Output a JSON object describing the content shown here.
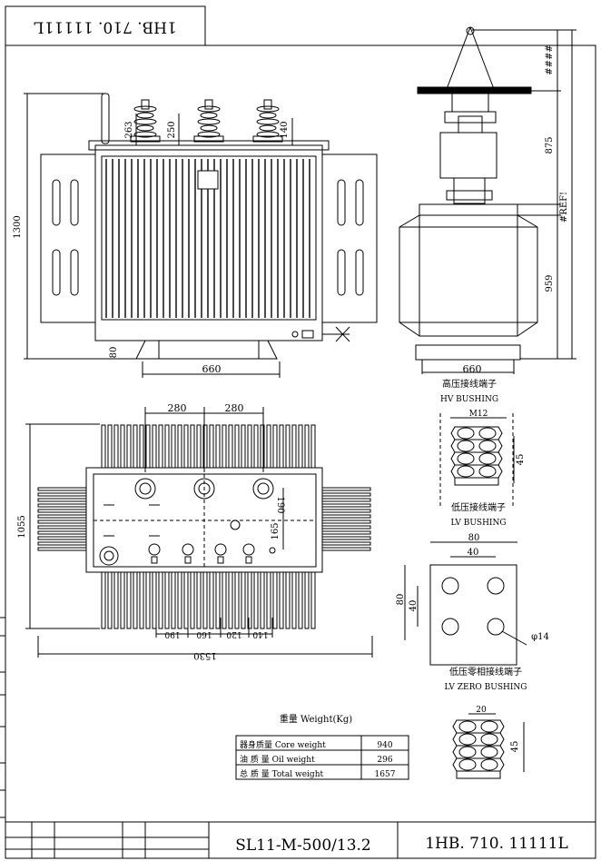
{
  "drawing": {
    "top_stamp": "1HB. 710. 11111L",
    "model": "SL11-M-500/13.2",
    "number": "1HB. 710. 11111L"
  },
  "front_view": {
    "height": "1300",
    "top_a": "263",
    "top_b": "250",
    "top_c": "140",
    "base_h": "80",
    "base_w": "660"
  },
  "side_view": {
    "dim_top": "####",
    "dim_mid": "875",
    "dim_ref": "#REF!",
    "dim_low": "959",
    "base_w": "660"
  },
  "top_view": {
    "pitch_1": "280",
    "pitch_2": "280",
    "depth": "1055",
    "length": "1530",
    "lv_1": "190",
    "lv_2": "160",
    "lv_3": "120",
    "lv_4": "140",
    "y_1": "190",
    "y_2": "165"
  },
  "hv_bushing": {
    "title_cn": "高压接线端子",
    "title_en": "HV BUSHING",
    "thread": "M12",
    "height": "45"
  },
  "lv_bushing": {
    "title_cn": "低压接线端子",
    "title_en": "LV BUSHING",
    "outer_w": "80",
    "inner_w": "40",
    "outer_h": "80",
    "inner_h": "40",
    "hole": "φ14"
  },
  "lv_zero": {
    "title_cn": "低压零相接线端子",
    "title_en": "LV ZERO BUSHING",
    "width": "20",
    "height": "45"
  },
  "weight_table": {
    "title": "重量 Weight(Kg)",
    "rows": [
      {
        "label": "器身质量 Core weight",
        "value": "940"
      },
      {
        "label": "油 质 量 Oil weight",
        "value": "296"
      },
      {
        "label": "总 质 量 Total weight",
        "value": "1657"
      }
    ]
  }
}
